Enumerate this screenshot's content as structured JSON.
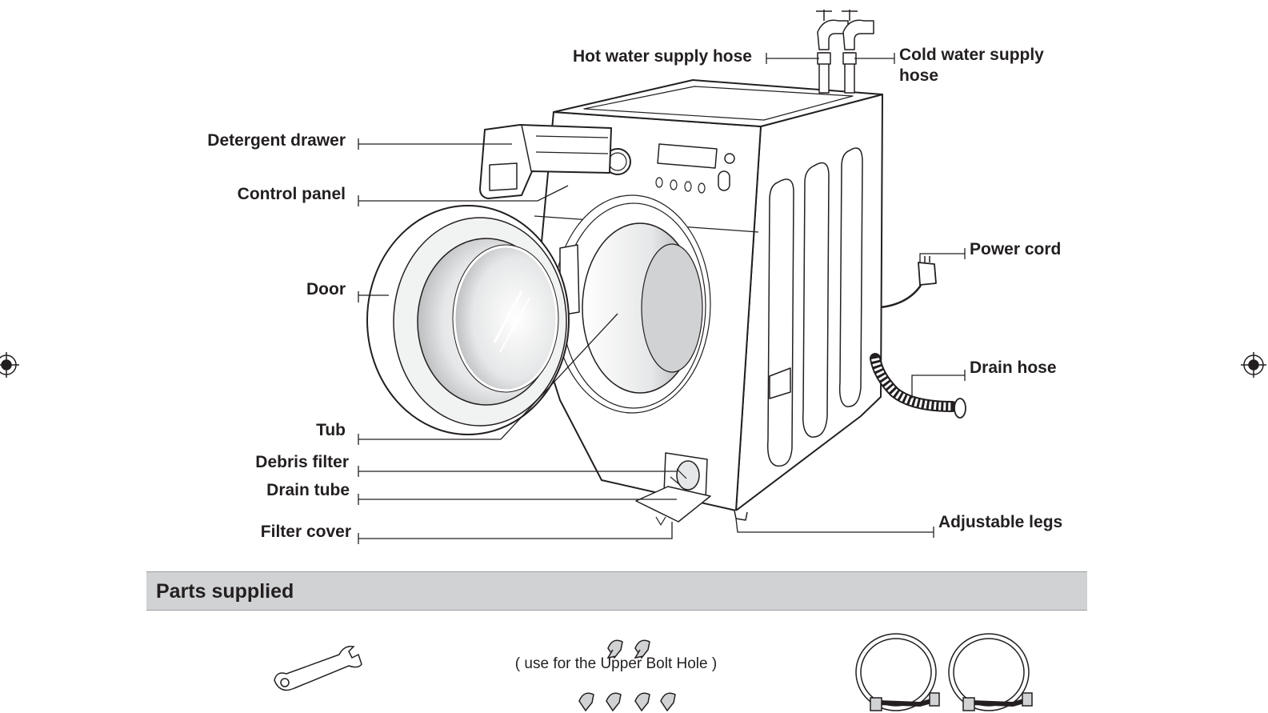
{
  "labels": {
    "hot_water_supply_hose": "Hot water supply hose",
    "cold_water_supply_hose": "Cold water supply hose",
    "detergent_drawer": "Detergent drawer",
    "control_panel": "Control panel",
    "door": "Door",
    "tub": "Tub",
    "debris_filter": "Debris filter",
    "drain_tube": "Drain tube",
    "filter_cover": "Filter cover",
    "power_cord": "Power cord",
    "drain_hose": "Drain hose",
    "adjustable_legs": "Adjustable legs"
  },
  "parts": {
    "title": "Parts supplied",
    "bolt_note": "( use for the Upper Bolt Hole )"
  },
  "colors": {
    "line": "#231f20",
    "header_bg": "#d1d2d4",
    "header_border": "#9d9fa2"
  }
}
